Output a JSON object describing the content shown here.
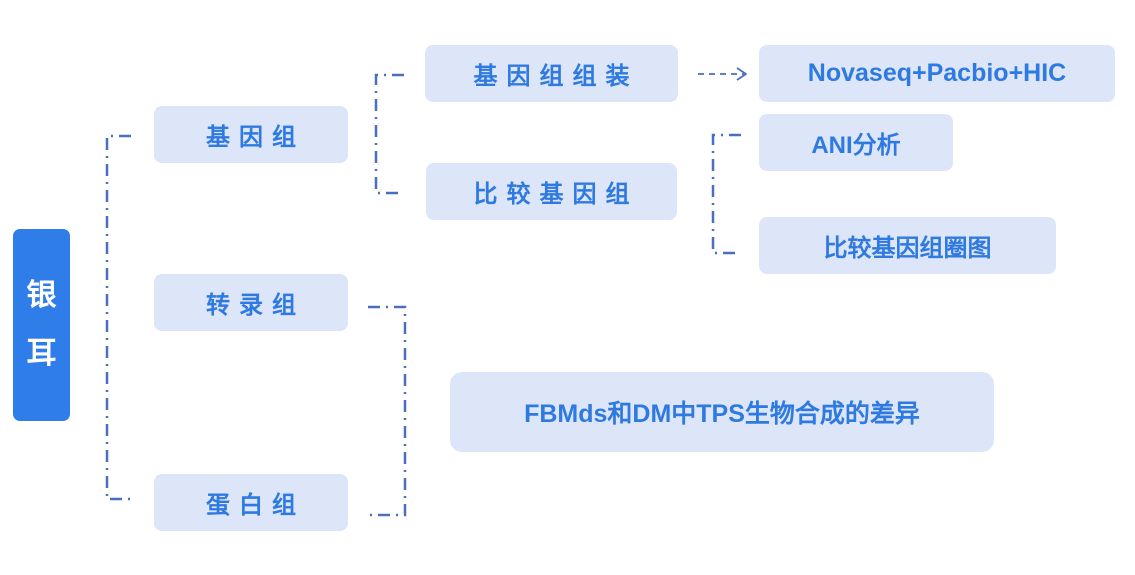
{
  "root": {
    "chars": [
      "银",
      "耳"
    ]
  },
  "level1": {
    "genome": "基因组",
    "transcriptome": "转录组",
    "proteome": "蛋白组"
  },
  "level2": {
    "genome_assembly": "基因组组装",
    "comparative_genomics": "比较基因组"
  },
  "level3": {
    "sequencing": "Novaseq+Pacbio+HIC",
    "ani": "ANI分析",
    "circos": "比较基因组圈图",
    "tps": "FBMds和DM中TPS生物合成的差异"
  },
  "colors": {
    "root_fill": "#2f7de8",
    "node_fill": "#dde5f8",
    "text": "#2f7ae0",
    "connector": "#4a6fbf"
  }
}
